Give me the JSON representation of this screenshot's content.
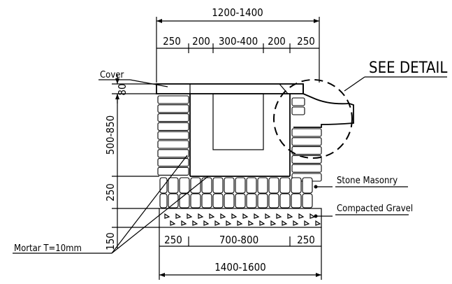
{
  "dimensions": {
    "top_overall": "1200-1400",
    "top_segments": [
      "250",
      "200",
      "300-400",
      "200",
      "250"
    ],
    "left_cover": "80",
    "left_wall": "500-850",
    "left_masonry": "250",
    "left_gravel": "150",
    "bottom_segments": [
      "250",
      "700-800",
      "250"
    ],
    "bottom_overall": "1400-1600"
  },
  "labels": {
    "cover": "Cover",
    "see_detail": "SEE DETAIL",
    "stone_masonry": "Stone Masonry",
    "compacted_gravel": "Compacted Gravel",
    "mortar": "Mortar T=10mm"
  }
}
